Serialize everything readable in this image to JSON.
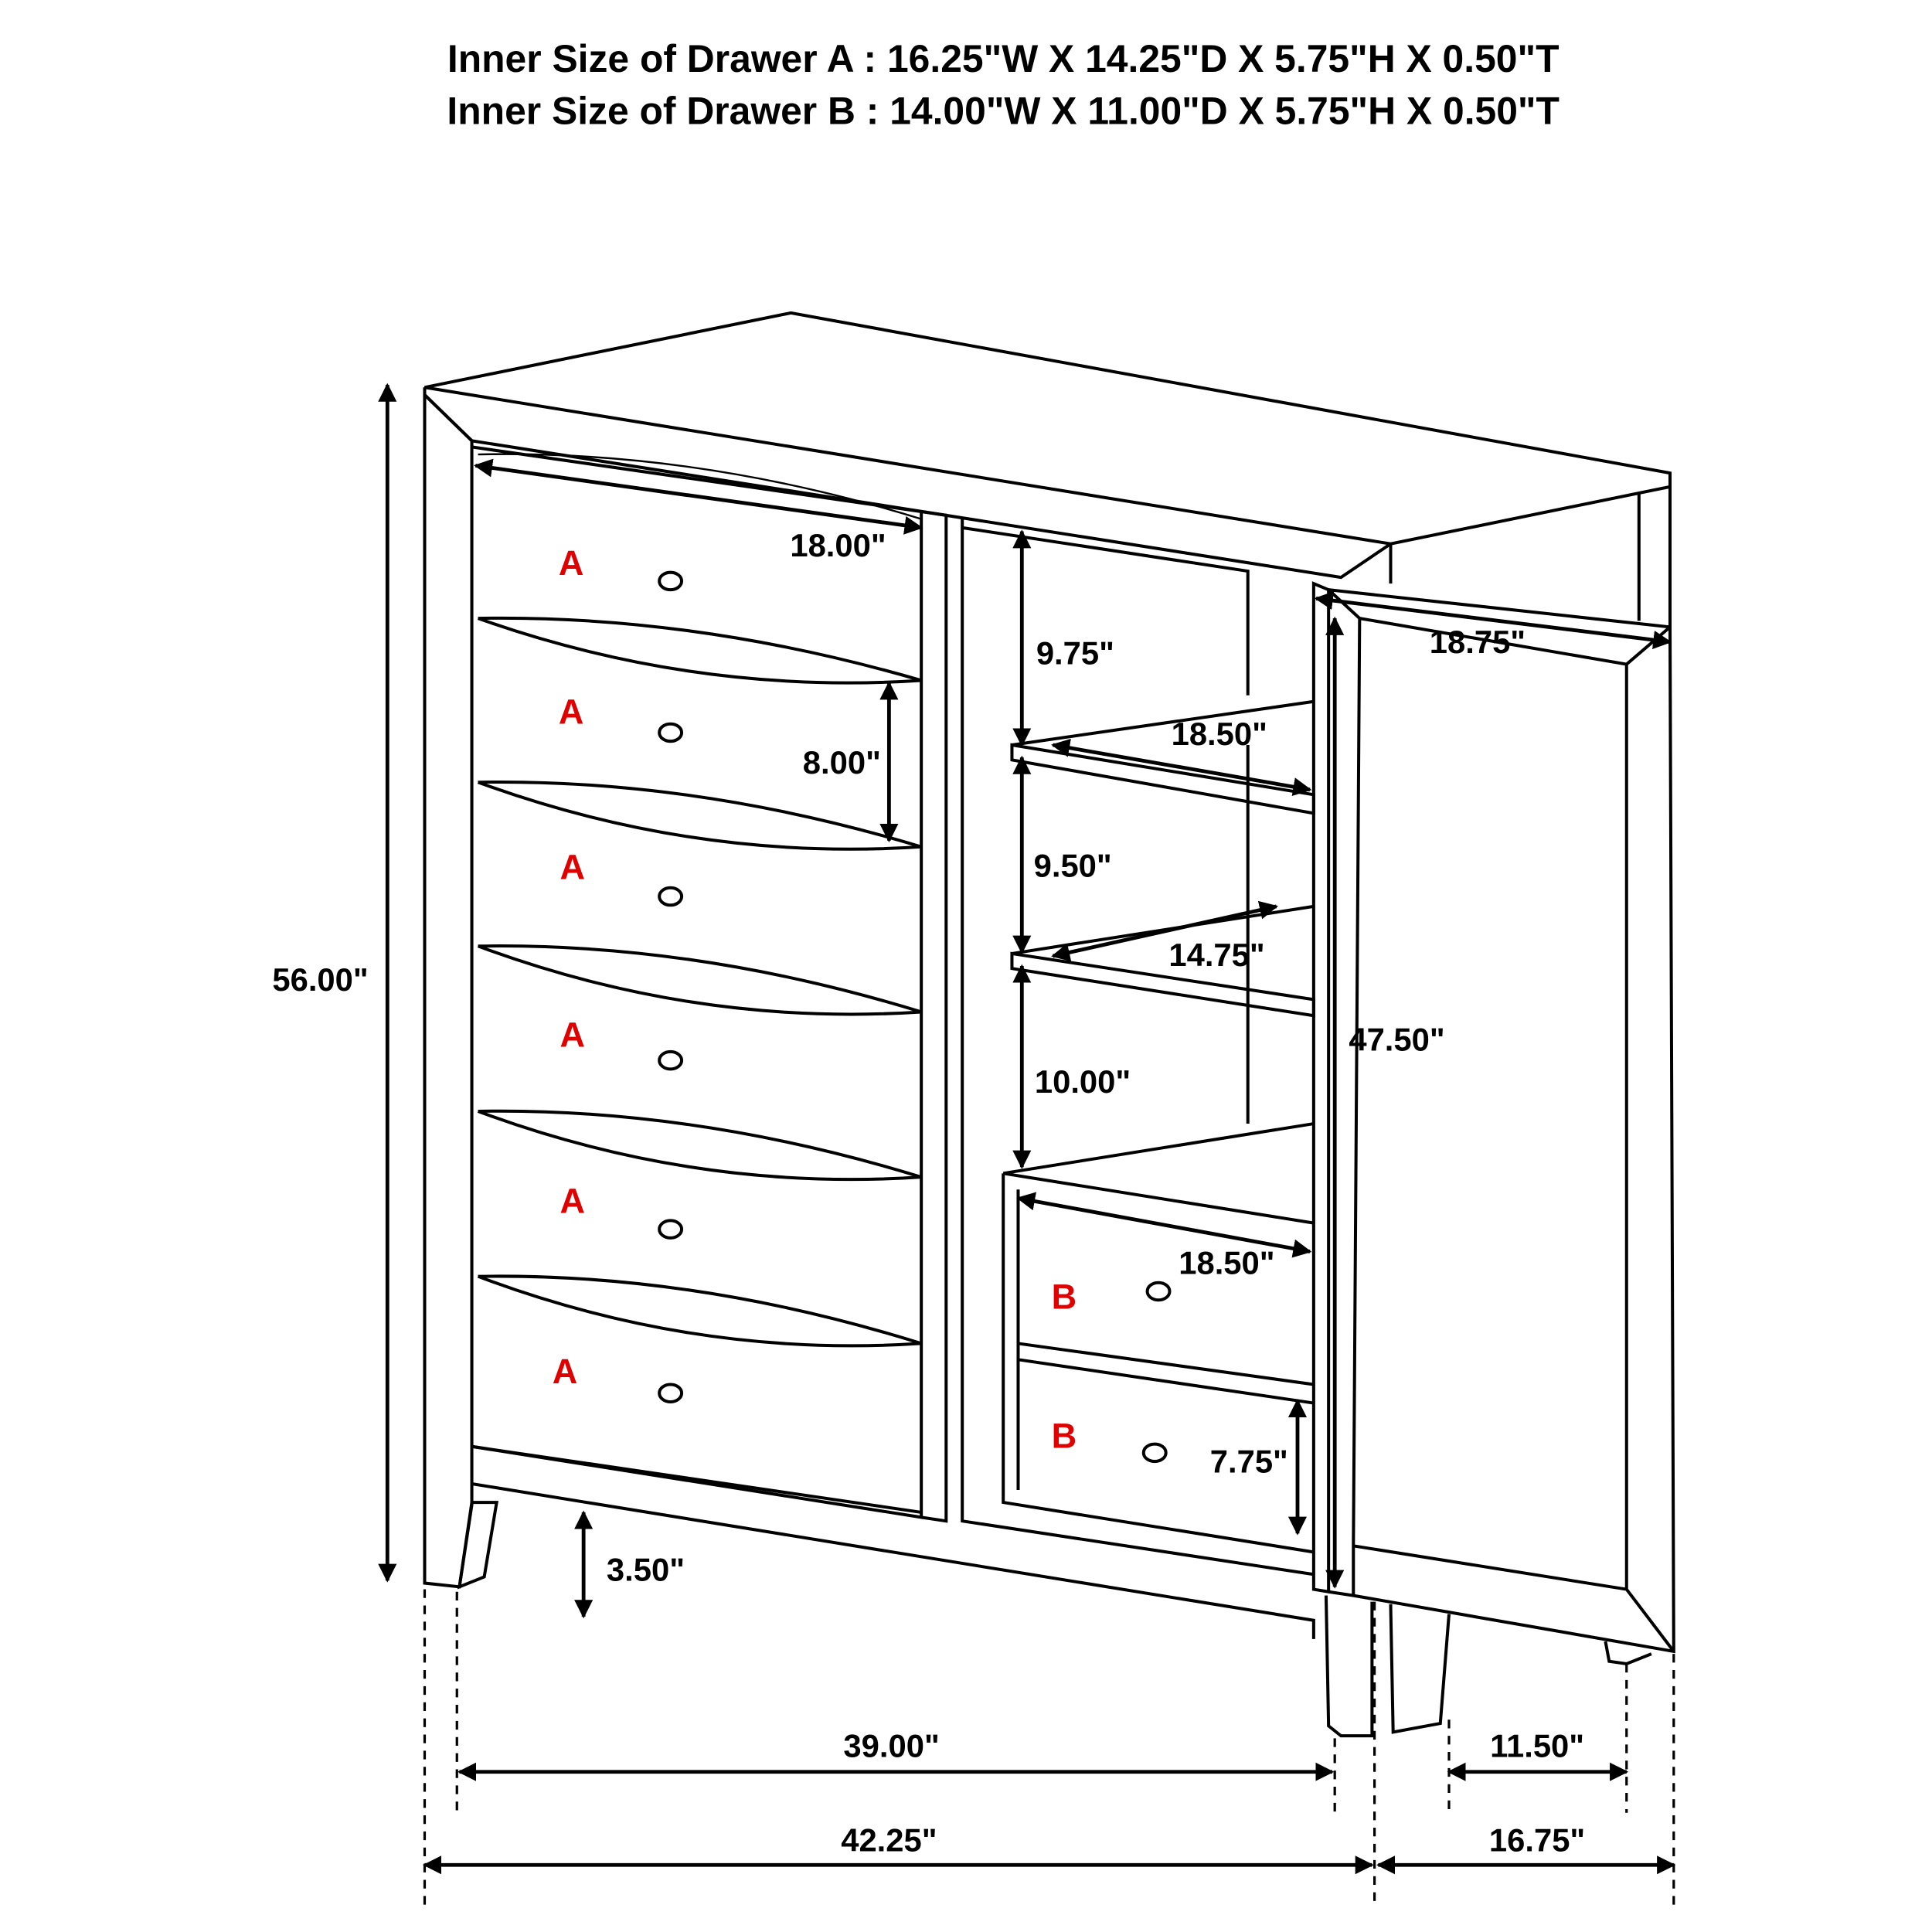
{
  "header": {
    "line_a": "Inner Size of Drawer A : 16.25\"W X 14.25\"D X 5.75\"H X 0.50\"T",
    "line_b": "Inner Size of Drawer B : 14.00\"W X 11.00\"D X 5.75\"H X 0.50\"T"
  },
  "drawer_labels": {
    "a": "A",
    "b": "B",
    "color": "#e00000"
  },
  "dimensions": {
    "overall_height": "56.00\"",
    "drawer_width": "18.00\"",
    "drawer_height": "8.00\"",
    "shelf_gap_1": "9.75\"",
    "shelf_gap_2": "9.50\"",
    "shelf_gap_3": "10.00\"",
    "shelf_width": "18.50\"",
    "shelf_depth": "14.75\"",
    "drawer_b_width": "18.50\"",
    "drawer_b_height": "7.75\"",
    "door_width": "18.75\"",
    "door_height": "47.50\"",
    "leg_height": "3.50\"",
    "inner_width": "39.00\"",
    "inner_depth": "11.50\"",
    "overall_width": "42.25\"",
    "overall_depth": "16.75\""
  }
}
